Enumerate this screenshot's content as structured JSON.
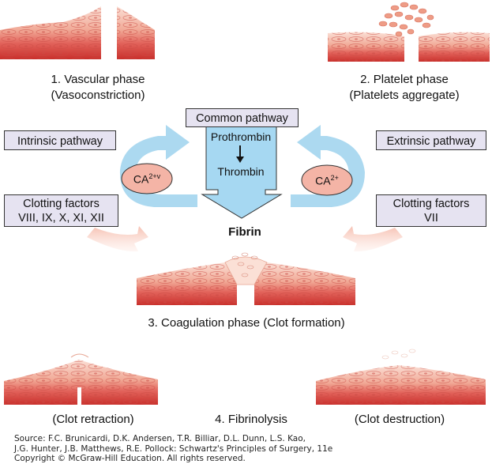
{
  "phases": {
    "vascular": {
      "title": "1. Vascular phase",
      "subtitle": "(Vasoconstriction)"
    },
    "platelet": {
      "title": "2. Platelet phase",
      "subtitle": "(Platelets aggregate)"
    },
    "coagulation": {
      "title": "3. Coagulation phase (Clot formation)"
    },
    "fibrinolysis": {
      "title": "4. Fibrinolysis",
      "left": "(Clot retraction)",
      "right": "(Clot destruction)"
    }
  },
  "common_pathway": {
    "title": "Common pathway",
    "step1": "Prothrombin",
    "step2": "Thrombin",
    "result": "Fibrin"
  },
  "intrinsic": {
    "title": "Intrinsic pathway",
    "factors_line1": "Clotting factors",
    "factors_line2": "VIII, IX, X, XI, XII",
    "cofactor": "CA",
    "cofactor_sup": "2+v"
  },
  "extrinsic": {
    "title": "Extrinsic pathway",
    "factors_line1": "Clotting factors",
    "factors_line2": "VII",
    "cofactor": "CA",
    "cofactor_sup": "2+"
  },
  "source": {
    "line1": "Source: F.C. Brunicardi, D.K. Andersen, T.R. Billiar, D.L. Dunn, L.S. Kao,",
    "line2": "J.G. Hunter, J.B. Matthews, R.E. Pollock: Schwartz's Principles of Surgery, 11e",
    "line3": "Copyright © McGraw-Hill Education. All rights reserved."
  },
  "colors": {
    "tissue_red": "#d9453f",
    "tissue_pink": "#f2b9a8",
    "arrow_blue": "#a9d8f0",
    "box_fill": "#e6e3f1",
    "ellipse_fill": "#f4b4a6"
  }
}
